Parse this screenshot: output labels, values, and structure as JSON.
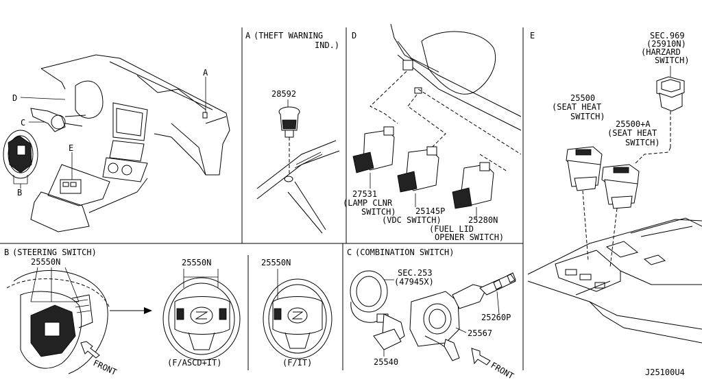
{
  "overview": {
    "callouts": [
      "A",
      "D",
      "C",
      "E",
      "B"
    ]
  },
  "panel_a": {
    "letter": "A",
    "title_line1": "(THEFT WARNING",
    "title_line2": "IND.)",
    "part": "28592"
  },
  "panel_d": {
    "letter": "D",
    "part1": "27531",
    "part1_desc1": "(LAMP CLNR",
    "part1_desc2": "SWITCH)",
    "part2": "25145P",
    "part2_desc": "(VDC SWITCH)",
    "part3": "25280N",
    "part3_desc1": "(FUEL LID",
    "part3_desc2": "OPENER SWITCH)"
  },
  "panel_e": {
    "letter": "E",
    "sec": "SEC.969",
    "sec_ref": "(25910N)",
    "sec_desc1": "(HARZARD",
    "sec_desc2": "SWITCH)",
    "part1": "25500",
    "part1_desc1": "(SEAT HEAT",
    "part1_desc2": "SWITCH)",
    "part2": "25500+A",
    "part2_desc1": "(SEAT HEAT",
    "part2_desc2": "SWITCH)"
  },
  "panel_b": {
    "letter": "B",
    "title": "(STEERING SWITCH)",
    "part": "25550N",
    "front": "FRONT",
    "variant1_part": "25550N",
    "variant1_label": "(F/ASCD+IT)",
    "variant2_part": "25550N",
    "variant2_label": "(F/IT)"
  },
  "panel_c": {
    "letter": "C",
    "title": "(COMBINATION SWITCH)",
    "sec": "SEC.253",
    "sec_ref": "(47945X)",
    "part1": "25260P",
    "part2": "25567",
    "part3": "25540",
    "front": "FRONT"
  },
  "diagram_code": "J25100U4"
}
